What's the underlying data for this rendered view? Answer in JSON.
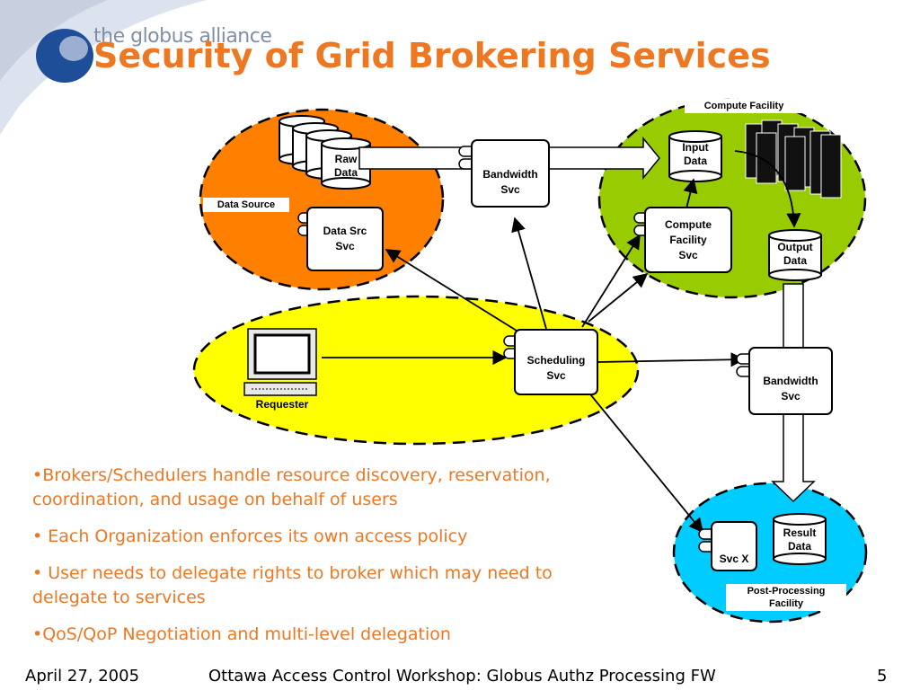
{
  "slide": {
    "logo_text": "the globus alliance",
    "title": "Security of Grid Brokering Services"
  },
  "regions": {
    "data_source": "Data Source",
    "compute_facility": "Compute Facility",
    "post_processing": "Post-Processing\nFacility"
  },
  "nodes": {
    "raw_data": "Raw\nData",
    "data_src_svc": "Data Src\nSvc",
    "bandwidth_top": "Bandwidth\nSvc",
    "input_data": "Input\nData",
    "compute_facility_svc": "Compute\nFacility\nSvc",
    "output_data": "Output\nData",
    "requester": "Requester",
    "scheduling_svc": "Scheduling\nSvc",
    "bandwidth_right": "Bandwidth\nSvc",
    "svc_x": "Svc X",
    "result_data": "Result\nData"
  },
  "bullets": [
    "•Brokers/Schedulers handle resource discovery, reservation, coordination, and usage on behalf of users",
    "• Each Organization enforces its own access policy",
    "• User needs to delegate rights to broker which may need to delegate to services",
    "•QoS/QoP Negotiation and multi-level delegation"
  ],
  "footer": {
    "date": "April 27, 2005",
    "event": "Ottawa Access Control Workshop: Globus Authz Processing FW",
    "page": "5"
  },
  "colors": {
    "title": "#ee7722",
    "data_source_fill": "#ff7f00",
    "compute_fill": "#99cc00",
    "requester_fill": "#ffff00",
    "post_processing_fill": "#00ccff",
    "logo_blue": "#1f4e99"
  }
}
